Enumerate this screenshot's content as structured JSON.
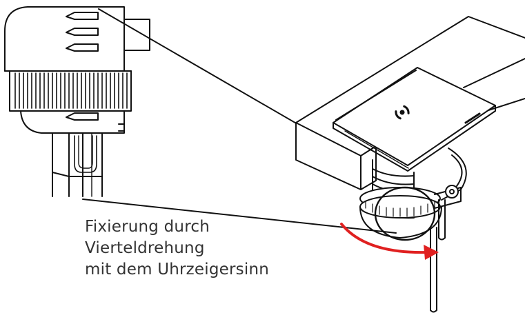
{
  "caption": {
    "line1": "Fixierung durch",
    "line2": "Vierteldrehung",
    "line3": "mit dem Uhrzeigersinn"
  },
  "colors": {
    "line": "#111111",
    "arrow": "#e02020",
    "text": "#333333"
  },
  "icons": {
    "device_logo": "wireless-signal-icon"
  }
}
